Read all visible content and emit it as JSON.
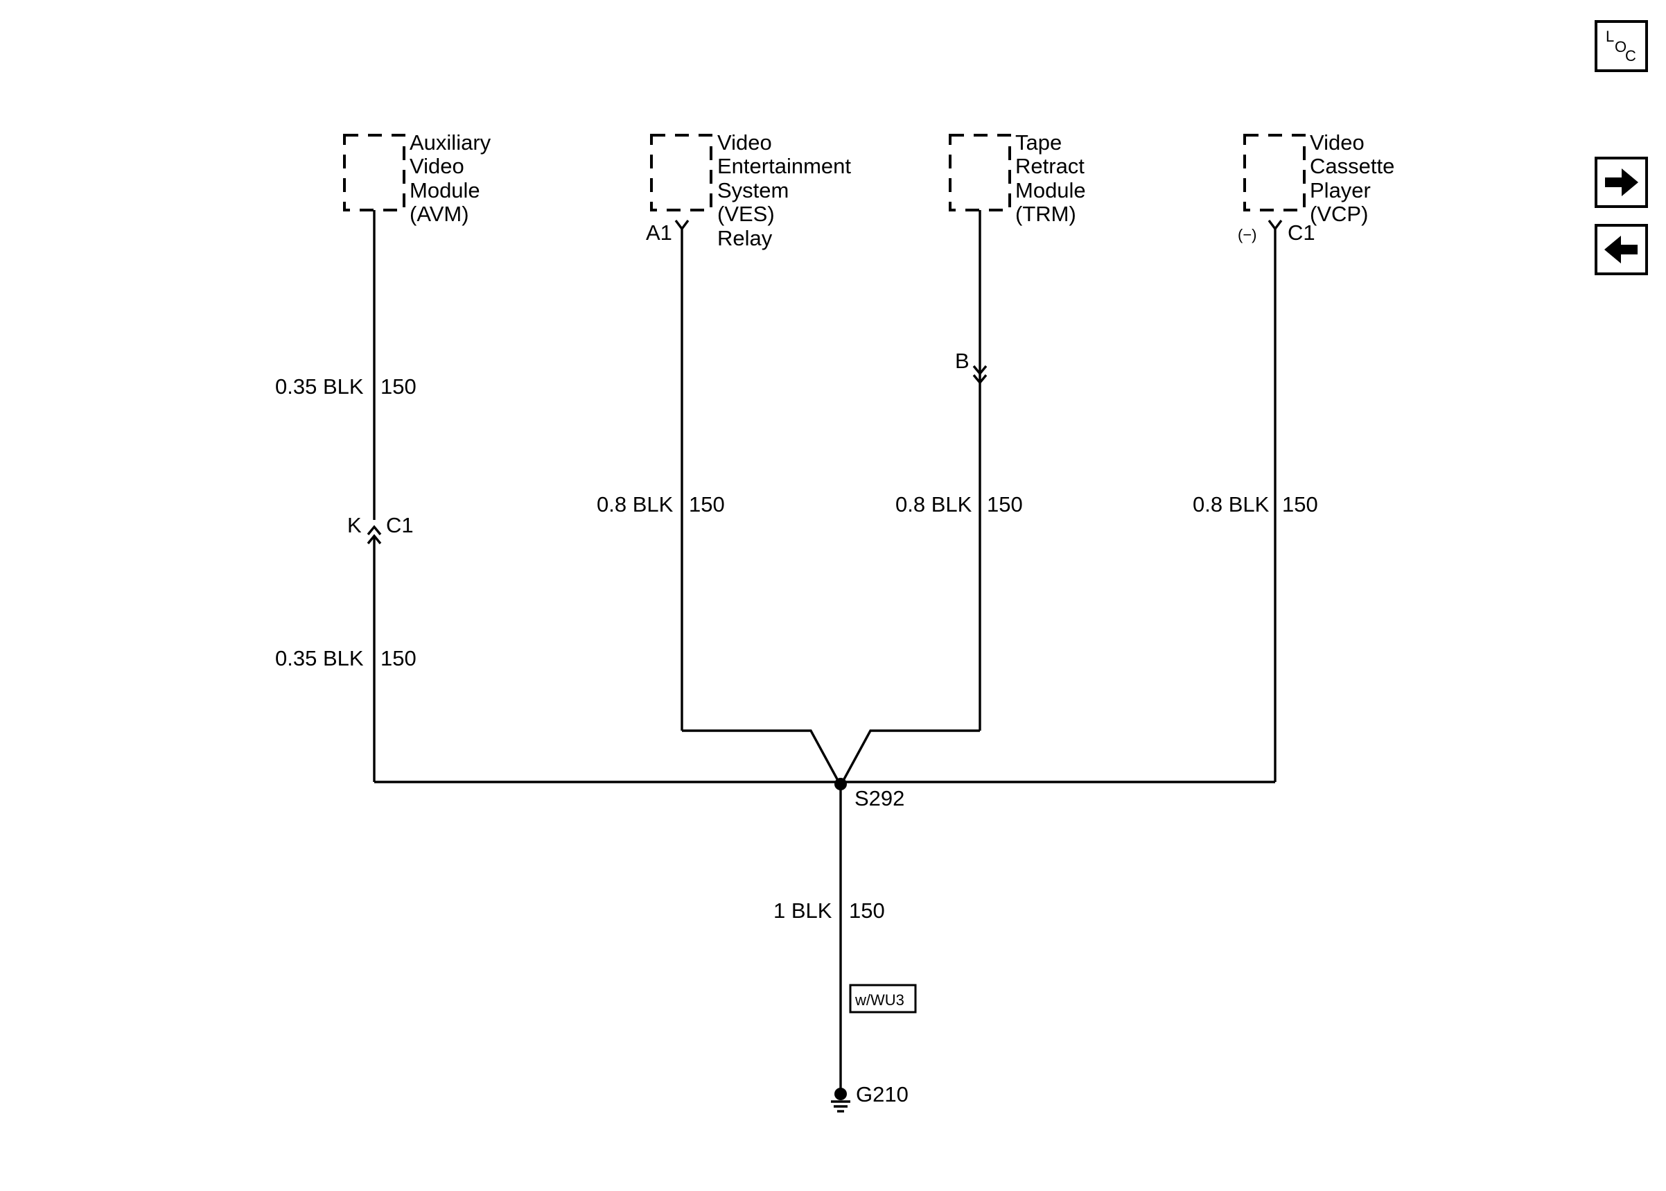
{
  "nav": {
    "loc_label": {
      "l": "L",
      "o": "O",
      "c": "C"
    },
    "forward_icon": "arrow-right-icon",
    "back_icon": "arrow-left-icon"
  },
  "components": {
    "avm": {
      "lines": [
        "Auxiliary",
        "Video",
        "Module",
        "(AVM)"
      ]
    },
    "ves": {
      "lines": [
        "Video",
        "Entertainment",
        "System",
        "(VES)",
        "Relay"
      ],
      "pin": "A1"
    },
    "trm": {
      "lines": [
        "Tape",
        "Retract",
        "Module",
        "(TRM)"
      ]
    },
    "vcp": {
      "lines": [
        "Video",
        "Cassette",
        "Player",
        "(VCP)"
      ],
      "pin_sign": "(−)",
      "connector": "C1"
    }
  },
  "wires": {
    "avm_upper": {
      "size": "0.35 BLK",
      "circuit": "150"
    },
    "avm_lower": {
      "size": "0.35 BLK",
      "circuit": "150"
    },
    "avm_connector": {
      "pin": "K",
      "connector": "C1"
    },
    "ves": {
      "size": "0.8 BLK",
      "circuit": "150"
    },
    "trm": {
      "size": "0.8 BLK",
      "circuit": "150"
    },
    "trm_connector": {
      "pin": "B"
    },
    "vcp": {
      "size": "0.8 BLK",
      "circuit": "150"
    },
    "ground": {
      "size": "1 BLK",
      "circuit": "150"
    }
  },
  "splice": {
    "label": "S292"
  },
  "option": {
    "label": "w/WU3"
  },
  "ground": {
    "label": "G210",
    "icon": "ground-icon"
  }
}
